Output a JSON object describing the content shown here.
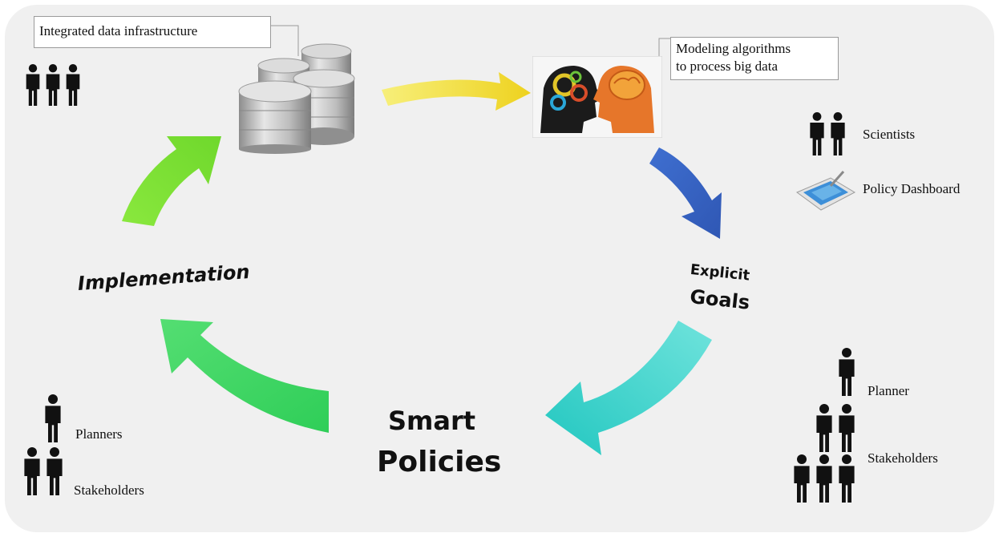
{
  "callouts": {
    "data_infrastructure": "Integrated data infrastructure",
    "modeling_line1": "Modeling algorithms",
    "modeling_line2": "to process big data"
  },
  "stages": {
    "explicit_goals_line1": "Explicit",
    "explicit_goals_line2": "Goals",
    "smart_policies_line1": "Smart",
    "smart_policies_line2": "Policies",
    "implementation": "Implementation"
  },
  "actors": {
    "scientists": "Scientists",
    "policy_dashboard": "Policy Dashboard",
    "planner": "Planner",
    "stakeholders_right": "Stakeholders",
    "planners": "Planners",
    "stakeholders_left": "Stakeholders"
  },
  "colors": {
    "arrow_yellow": "#f2df3a",
    "arrow_blue": "#3a63c4",
    "arrow_teal": "#3ccfc6",
    "arrow_green": "#34d35c",
    "arrow_lime": "#86e03a",
    "panel": "#f0f0f0"
  }
}
